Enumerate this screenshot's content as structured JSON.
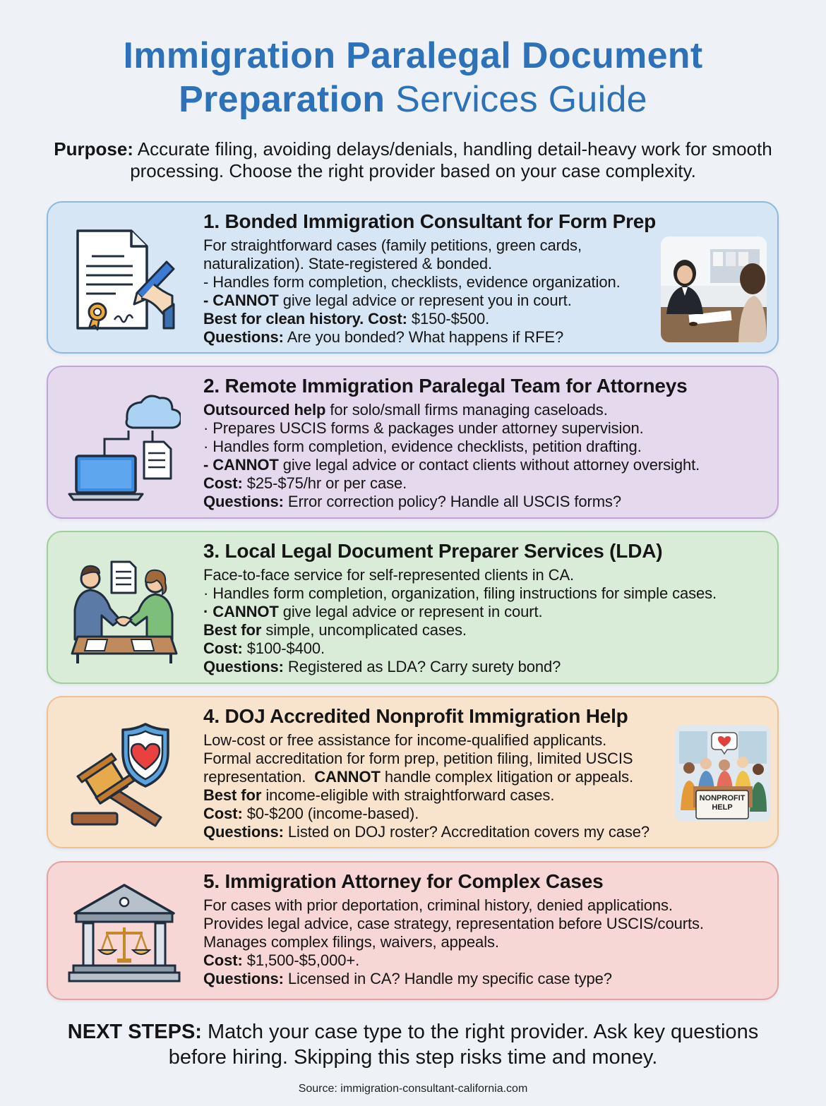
{
  "title": {
    "line1": "Immigration Paralegal Document",
    "line2_bold": "Preparation",
    "line2_normal": " Services Guide"
  },
  "purpose": {
    "label": "Purpose:",
    "text": " Accurate filing, avoiding delays/denials, handling detail-heavy work for smooth processing. Choose the right provider based on your case complexity."
  },
  "cards": [
    {
      "title": "1. Bonded Immigration Consultant for Form Prep",
      "icon": "document-signing-icon",
      "lines": [
        "For straightforward cases (family petitions, green cards,",
        "naturalization). State-registered & bonded.",
        "- Handles form completion, checklists, evidence organization.",
        {
          "b": "- CANNOT",
          "t": " give legal advice or represent you in court."
        },
        {
          "b": "Best for clean history. Cost:",
          "t": " $150-$500."
        },
        {
          "b": "Questions:",
          "t": " Are you bonded? What happens if RFE?"
        }
      ]
    },
    {
      "title": "2. Remote Immigration Paralegal Team for Attorneys",
      "icon": "laptop-cloud-icon",
      "lines": [
        {
          "b": "Outsourced help",
          "t": " for solo/small firms managing caseloads."
        },
        "· Prepares USCIS forms & packages under attorney supervision.",
        "· Handles form completion, evidence checklists, petition drafting.",
        {
          "b": "- CANNOT",
          "t": " give legal advice or contact clients without attorney oversight."
        },
        {
          "b": "Cost:",
          "t": " $25-$75/hr or per case."
        },
        {
          "b": "Questions:",
          "t": " Error correction policy? Handle all USCIS forms?"
        }
      ]
    },
    {
      "title": "3. Local Legal Document Preparer Services (LDA)",
      "icon": "handshake-icon",
      "lines": [
        "Face-to-face service for self-represented clients in CA.",
        "· Handles form completion, organization, filing instructions for simple cases.",
        {
          "b": "· CANNOT",
          "t": " give legal advice or represent in court."
        },
        {
          "b": "Best for",
          "t": " simple, uncomplicated cases."
        },
        {
          "b": "Cost:",
          "t": " $100-$400."
        },
        {
          "b": "Questions:",
          "t": " Registered as LDA? Carry surety bond?"
        }
      ]
    },
    {
      "title": "4. DOJ Accredited Nonprofit Immigration Help",
      "icon": "gavel-shield-icon",
      "lines": [
        "Low-cost or free assistance for income-qualified applicants.",
        "Formal accreditation for form prep, petition filing, limited USCIS",
        {
          "t0": "representation.  ",
          "b": "CANNOT",
          "t": " handle complex litigation or appeals."
        },
        {
          "b": "Best for",
          "t": " income-eligible with straightforward cases."
        },
        {
          "b": "Cost:",
          "t": " $0-$200 (income-based)."
        },
        {
          "b": "Questions:",
          "t": " Listed on DOJ roster? Accreditation covers my case?"
        }
      ]
    },
    {
      "title": "5. Immigration Attorney for Complex Cases",
      "icon": "courthouse-icon",
      "lines": [
        "For cases with prior deportation, criminal history, denied applications.",
        "Provides legal advice, case strategy, representation before USCIS/courts.",
        "Manages complex filings, waivers, appeals.",
        {
          "b": "Cost:",
          "t": " $1,500-$5,000+."
        },
        {
          "b": "Questions:",
          "t": " Licensed in CA? Handle my specific case type?"
        }
      ]
    }
  ],
  "nonprofit_sign": [
    "NONPROFIT",
    "HELP"
  ],
  "next_steps": {
    "label": "NEXT STEPS:",
    "text": " Match your case type to the right provider. Ask key questions before hiring. Skipping this step risks time and money."
  },
  "source": "Source: immigration-consultant-california.com",
  "colors": {
    "title": "#2d72b8",
    "card1": "#d6e6f5",
    "card2": "#e5d9ee",
    "card3": "#d9ecd7",
    "card4": "#f8e4cd",
    "card5": "#f6d7d6"
  }
}
